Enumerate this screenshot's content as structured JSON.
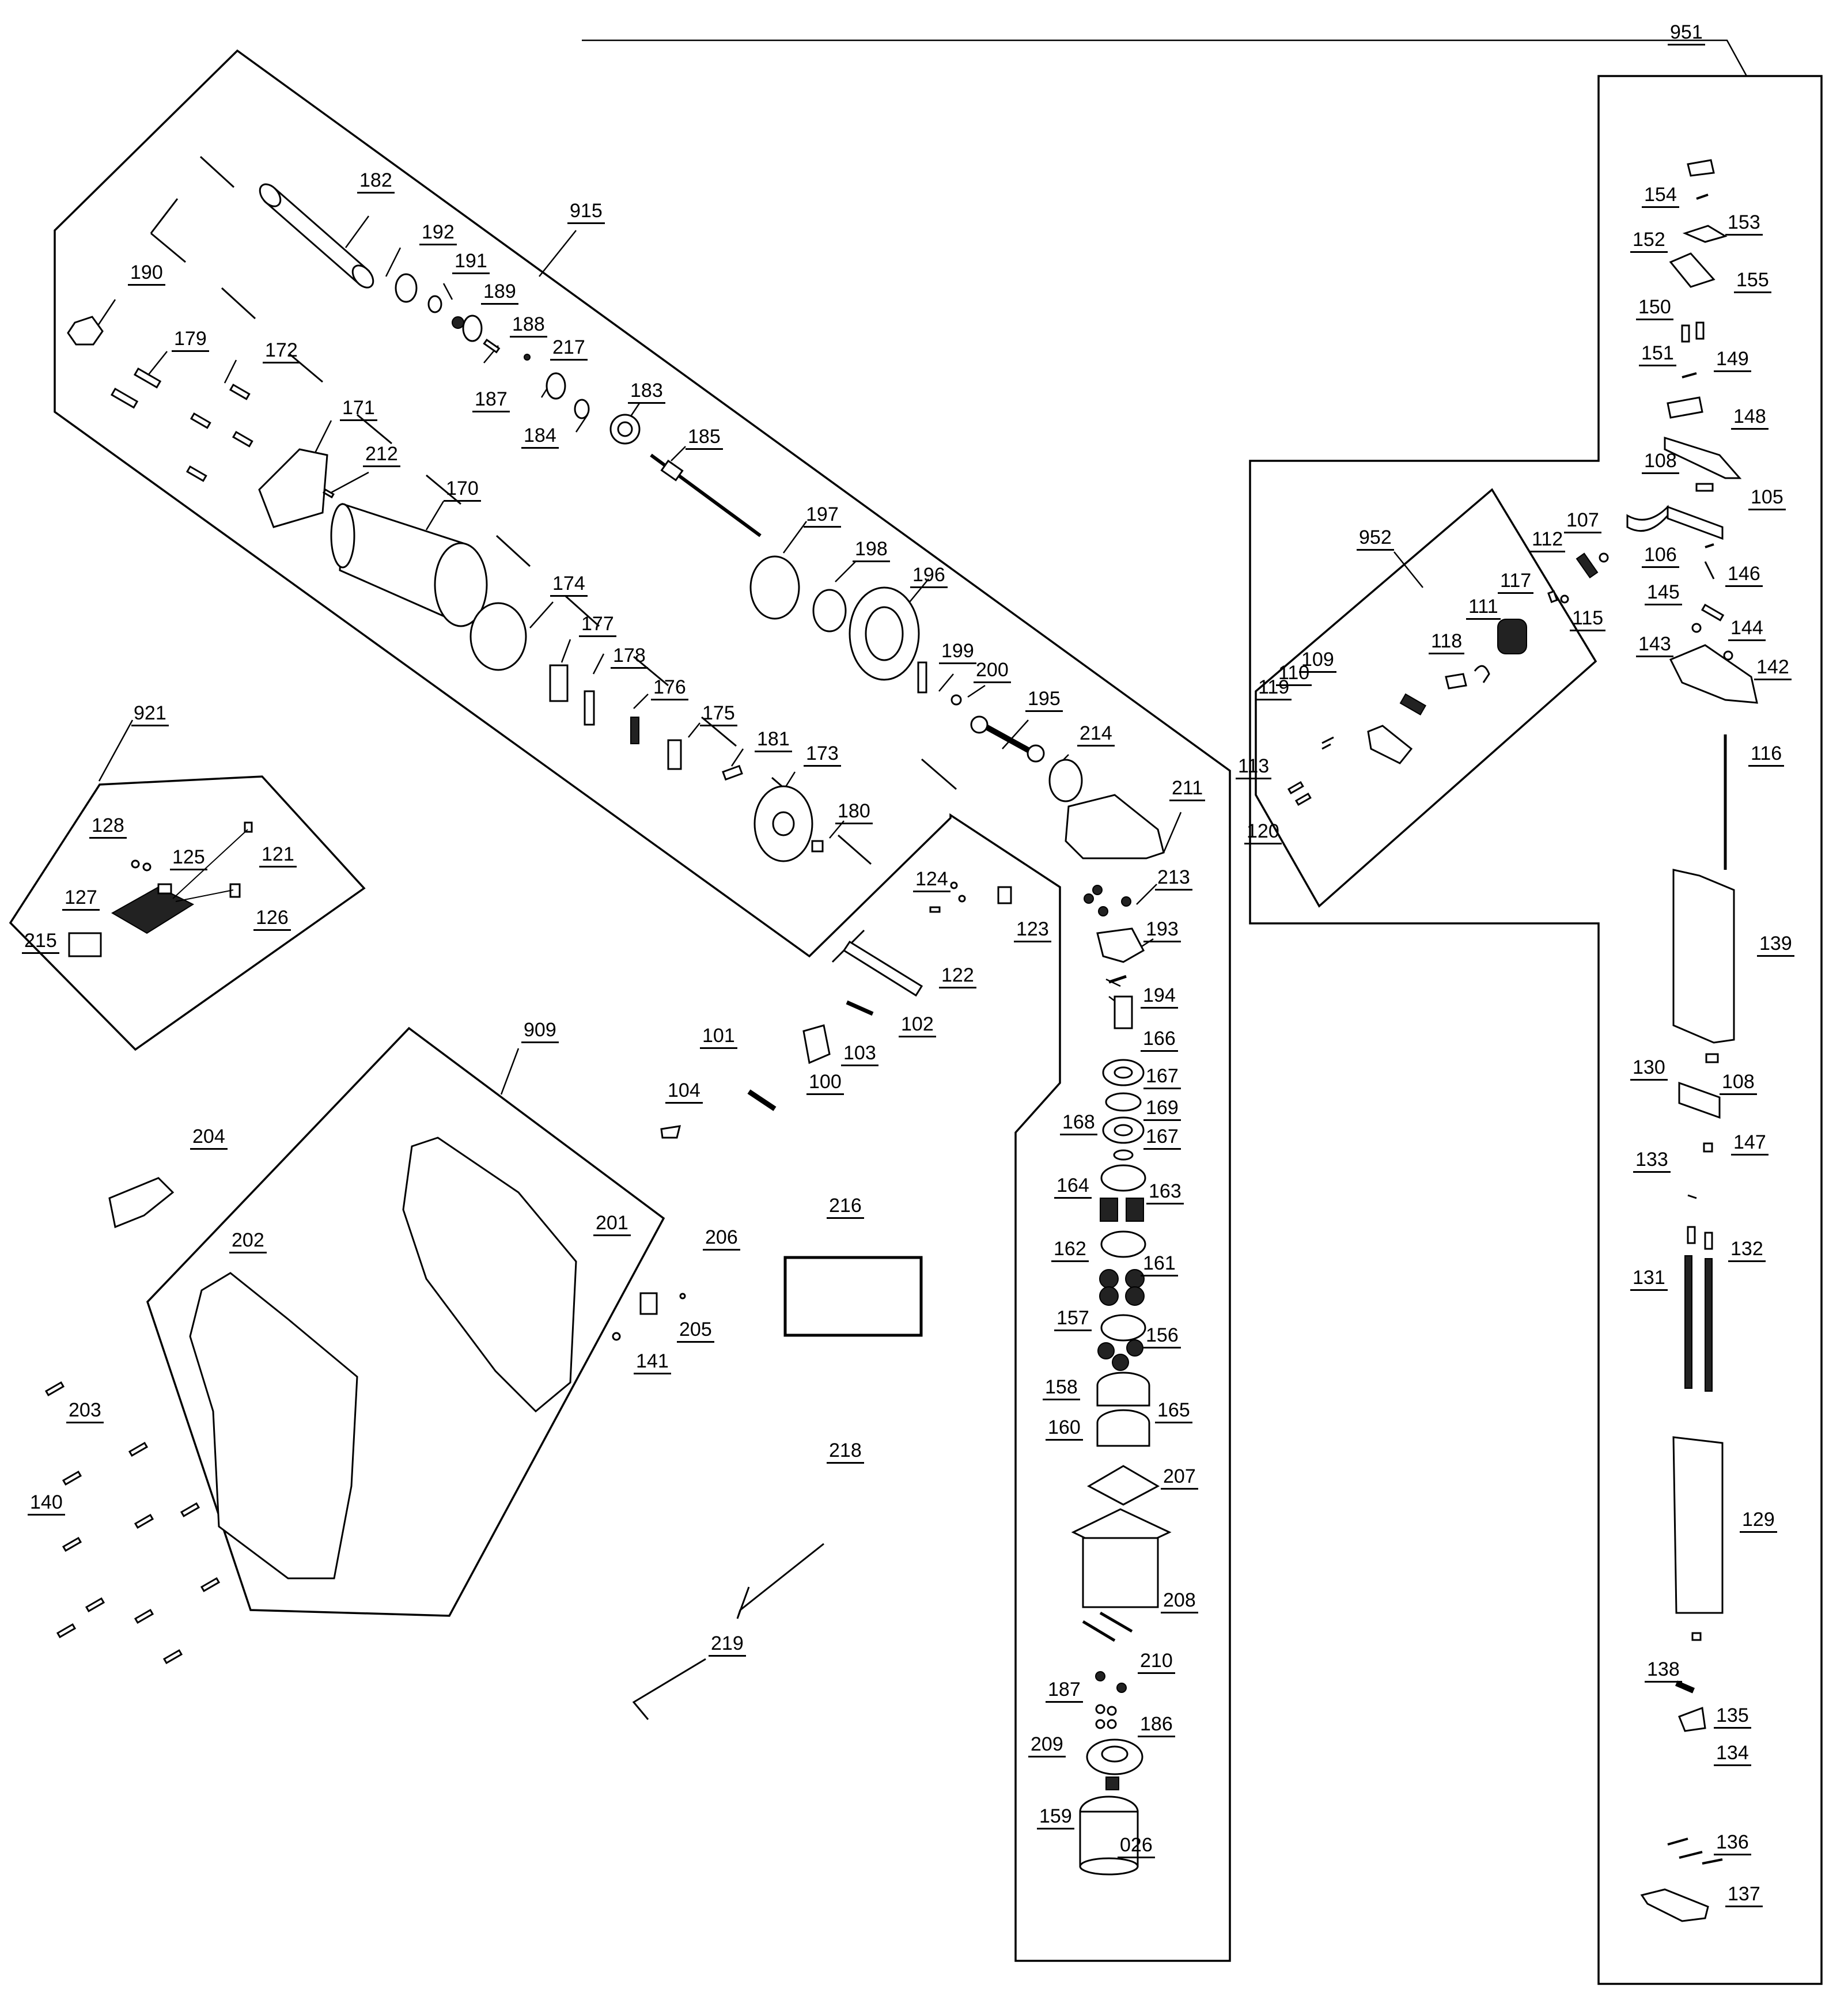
{
  "diagram": {
    "groups": [
      {
        "id": "915"
      },
      {
        "id": "921"
      },
      {
        "id": "909"
      },
      {
        "id": "952"
      },
      {
        "id": "951"
      },
      {
        "id": "216"
      }
    ],
    "labels": {
      "g915": "915",
      "g921": "921",
      "g909": "909",
      "g952": "952",
      "g951": "951",
      "p182": "182",
      "p192": "192",
      "p191": "191",
      "p189": "189",
      "p188": "188",
      "p190": "190",
      "p179": "179",
      "p172": "172",
      "p187a": "187",
      "p217": "217",
      "p184": "184",
      "p183": "183",
      "p185": "185",
      "p171": "171",
      "p212": "212",
      "p170": "170",
      "p197": "197",
      "p198": "198",
      "p196": "196",
      "p174": "174",
      "p177": "177",
      "p178": "178",
      "p176": "176",
      "p175": "175",
      "p181": "181",
      "p173": "173",
      "p180": "180",
      "p199": "199",
      "p200": "200",
      "p195": "195",
      "p214": "214",
      "p211": "211",
      "p213": "213",
      "p193": "193",
      "p194": "194",
      "p166": "166",
      "p167a": "167",
      "p169": "169",
      "p167b": "167",
      "p168": "168",
      "p163": "163",
      "p164": "164",
      "p161": "161",
      "p162": "162",
      "p157": "157",
      "p156": "156",
      "p158": "158",
      "p165": "165",
      "p160": "160",
      "p207": "207",
      "p208": "208",
      "p210": "210",
      "p187b": "187",
      "p186": "186",
      "p209": "209",
      "p159": "159",
      "p026": "026",
      "p124": "124",
      "p123": "123",
      "p122": "122",
      "p102": "102",
      "p103": "103",
      "p101": "101",
      "p100": "100",
      "p104": "104",
      "p128": "128",
      "p125": "125",
      "p121": "121",
      "p127": "127",
      "p126": "126",
      "p215": "215",
      "p204": "204",
      "p202": "202",
      "p201": "201",
      "p203": "203",
      "p140": "140",
      "p206": "206",
      "p205": "205",
      "p141": "141",
      "p216": "216",
      "p218": "218",
      "p219": "219",
      "p154": "154",
      "p153": "153",
      "p152": "152",
      "p155": "155",
      "p150": "150",
      "p151": "151",
      "p149": "149",
      "p148": "148",
      "p108a": "108",
      "p105": "105",
      "p107": "107",
      "p106": "106",
      "p112": "112",
      "p146": "146",
      "p145": "145",
      "p117": "117",
      "p115": "115",
      "p144": "144",
      "p111": "111",
      "p143": "143",
      "p142": "142",
      "p118": "118",
      "p109": "109",
      "p110": "110",
      "p119": "119",
      "p113": "113",
      "p120": "120",
      "p116": "116",
      "p139": "139",
      "p130": "130",
      "p108b": "108",
      "p147": "147",
      "p133": "133",
      "p132": "132",
      "p131": "131",
      "p129": "129",
      "p138": "138",
      "p135": "135",
      "p134": "134",
      "p136": "136",
      "p137": "137"
    }
  }
}
